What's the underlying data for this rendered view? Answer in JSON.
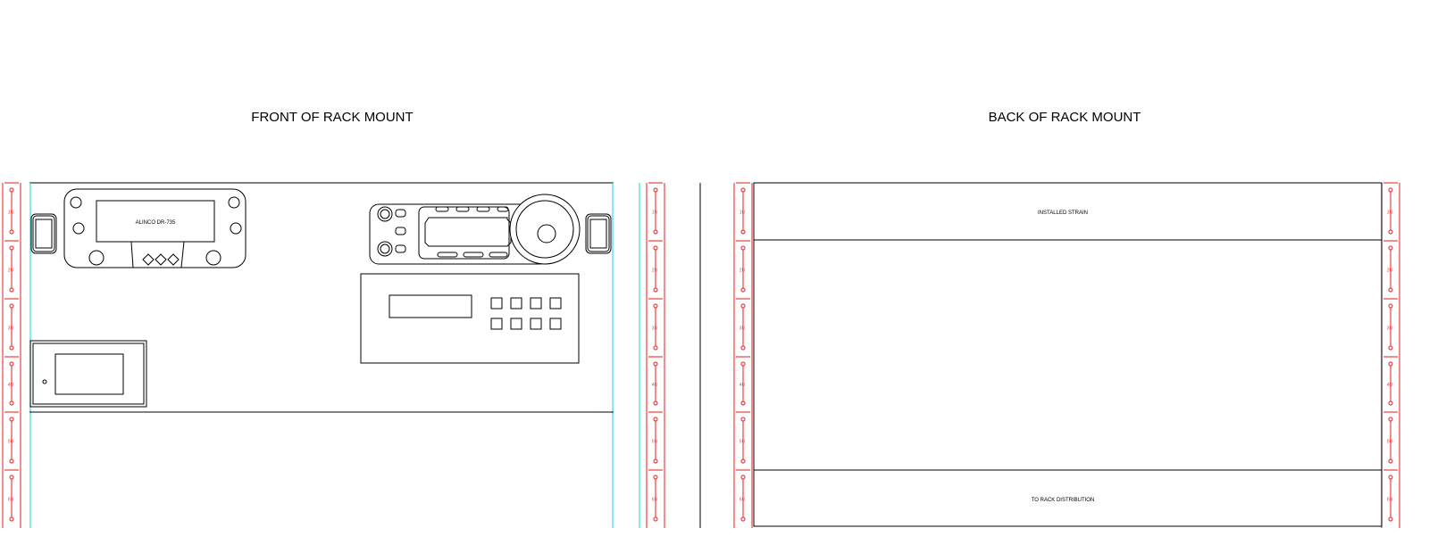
{
  "titles": {
    "front": "FRONT OF RACK MOUNT",
    "back": "BACK OF RACK MOUNT"
  },
  "front": {
    "radio_label": "ALINCO DR-735"
  },
  "back": {
    "top_label": "INSTALLED STRAIN",
    "bottom_label": "TO RACK DISTRIBUTION"
  },
  "rack_units": [
    "1U",
    "2U",
    "3U",
    "4U",
    "5U",
    "6U"
  ],
  "colors": {
    "rail": "#f04040",
    "guide": "#33e0f0",
    "outline": "#000000"
  }
}
